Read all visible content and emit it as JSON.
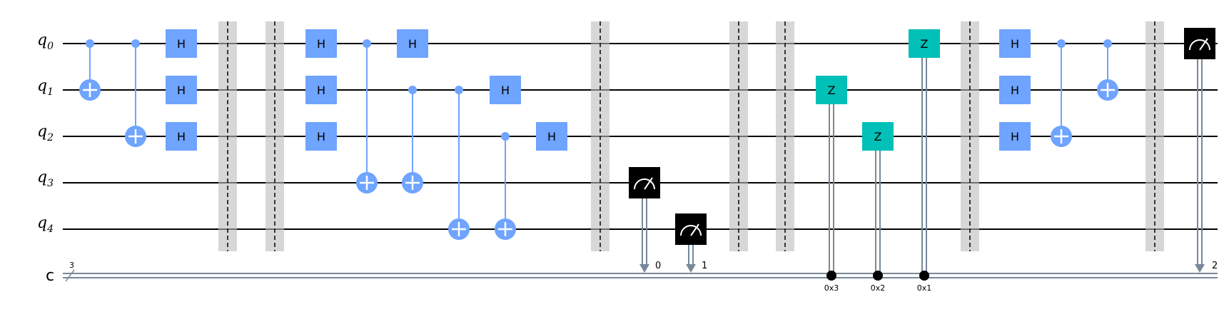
{
  "circuit": {
    "qubits": [
      "q",
      "q",
      "q",
      "q",
      "q"
    ],
    "qubit_indices": [
      "0",
      "1",
      "2",
      "3",
      "4"
    ],
    "creg": {
      "name": "c",
      "size": "3"
    },
    "colors": {
      "wire": "#000000",
      "cwire": "#778899",
      "gate_h": "#6FA4FF",
      "gate_z": "#00C0B7",
      "barrier": "#BDBDBD",
      "measure": "#000000"
    },
    "ops": [
      {
        "type": "cx",
        "label": "",
        "icon": "target-icon"
      },
      {
        "type": "cx",
        "label": "",
        "icon": "target-icon"
      },
      {
        "type": "h",
        "label": "H"
      },
      {
        "type": "h",
        "label": "H"
      },
      {
        "type": "h",
        "label": "H"
      },
      {
        "type": "barrier"
      },
      {
        "type": "barrier"
      },
      {
        "type": "h",
        "label": "H"
      },
      {
        "type": "h",
        "label": "H"
      },
      {
        "type": "h",
        "label": "H"
      },
      {
        "type": "cx",
        "label": ""
      },
      {
        "type": "h",
        "label": "H"
      },
      {
        "type": "cx",
        "label": ""
      },
      {
        "type": "cx",
        "label": ""
      },
      {
        "type": "h",
        "label": "H"
      },
      {
        "type": "cx",
        "label": ""
      },
      {
        "type": "h",
        "label": "H"
      },
      {
        "type": "barrier"
      },
      {
        "type": "measure",
        "cbit": "0"
      },
      {
        "type": "measure",
        "cbit": "1"
      },
      {
        "type": "barrier"
      },
      {
        "type": "barrier"
      },
      {
        "type": "z_cond",
        "label": "Z",
        "cond": "0x3"
      },
      {
        "type": "z_cond",
        "label": "Z",
        "cond": "0x2"
      },
      {
        "type": "z_cond",
        "label": "Z",
        "cond": "0x1"
      },
      {
        "type": "barrier"
      },
      {
        "type": "h",
        "label": "H"
      },
      {
        "type": "h",
        "label": "H"
      },
      {
        "type": "h",
        "label": "H"
      },
      {
        "type": "cx",
        "label": ""
      },
      {
        "type": "cx",
        "label": ""
      },
      {
        "type": "barrier"
      },
      {
        "type": "measure",
        "cbit": "2"
      }
    ]
  }
}
